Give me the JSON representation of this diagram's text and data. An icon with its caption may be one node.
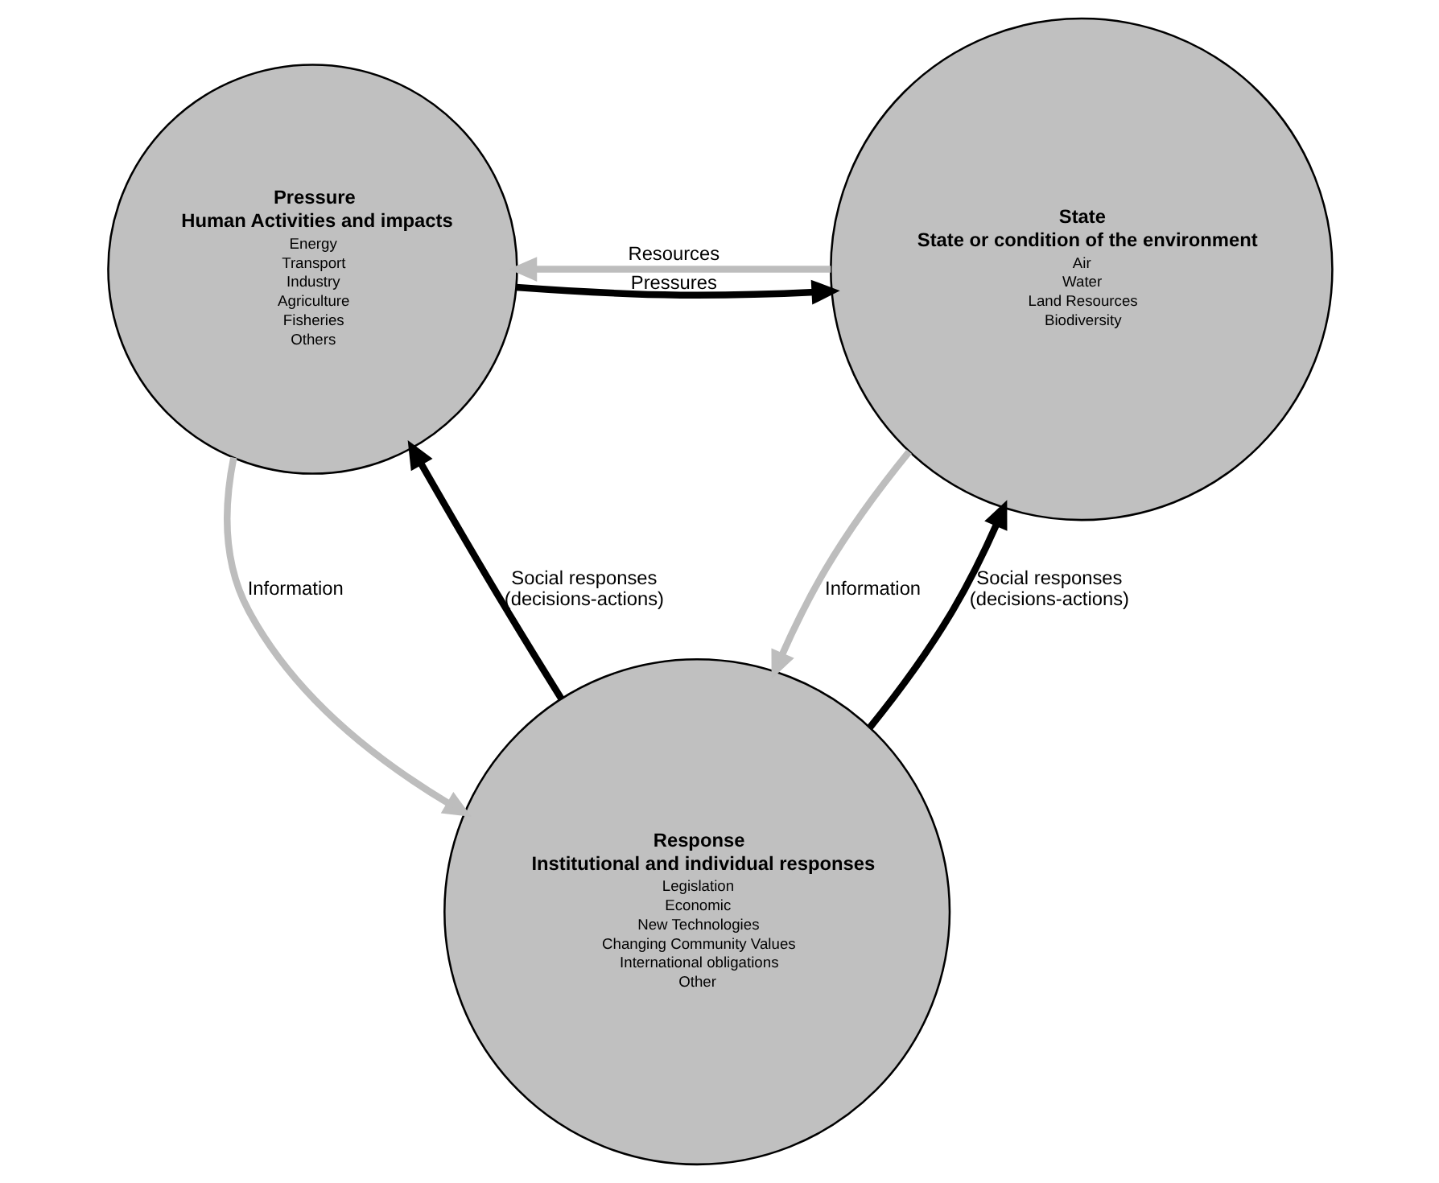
{
  "diagram": {
    "nodes": [
      {
        "text": [
          "Pressure",
          "Human Activities and impacts",
          "Energy",
          "Transport",
          "Industry",
          "Agriculture",
          "Fisheries",
          "Others"
        ]
      },
      {
        "text": [
          "State",
          "State or condition of the environment",
          "Air",
          "Water",
          "Land Resources",
          "Biodiversity"
        ]
      },
      {
        "text": [
          "Response",
          "Institutional and individual responses",
          "Legislation",
          "Economic",
          "New Technologies",
          "Changing Community Values",
          "International obligations",
          "Other"
        ]
      }
    ],
    "edges": [
      {
        "from": 0,
        "to": 1,
        "arrow": "to",
        "label": "Pressures"
      },
      {
        "from": 1,
        "to": 0,
        "arrow": "to",
        "label": "Resources",
        "color": "#bdbdbd"
      },
      {
        "from": 0,
        "to": 2,
        "arrow": "to",
        "label": "Information",
        "color": "#bdbdbd"
      },
      {
        "from": 2,
        "to": 0,
        "arrow": "to",
        "label": "Social responses (decisions-actions)"
      },
      {
        "from": 1,
        "to": 2,
        "arrow": "to",
        "label": "Information",
        "color": "#bdbdbd"
      },
      {
        "from": 2,
        "to": 1,
        "arrow": "to",
        "label": "Social responses (decisions-actions)"
      }
    ]
  }
}
